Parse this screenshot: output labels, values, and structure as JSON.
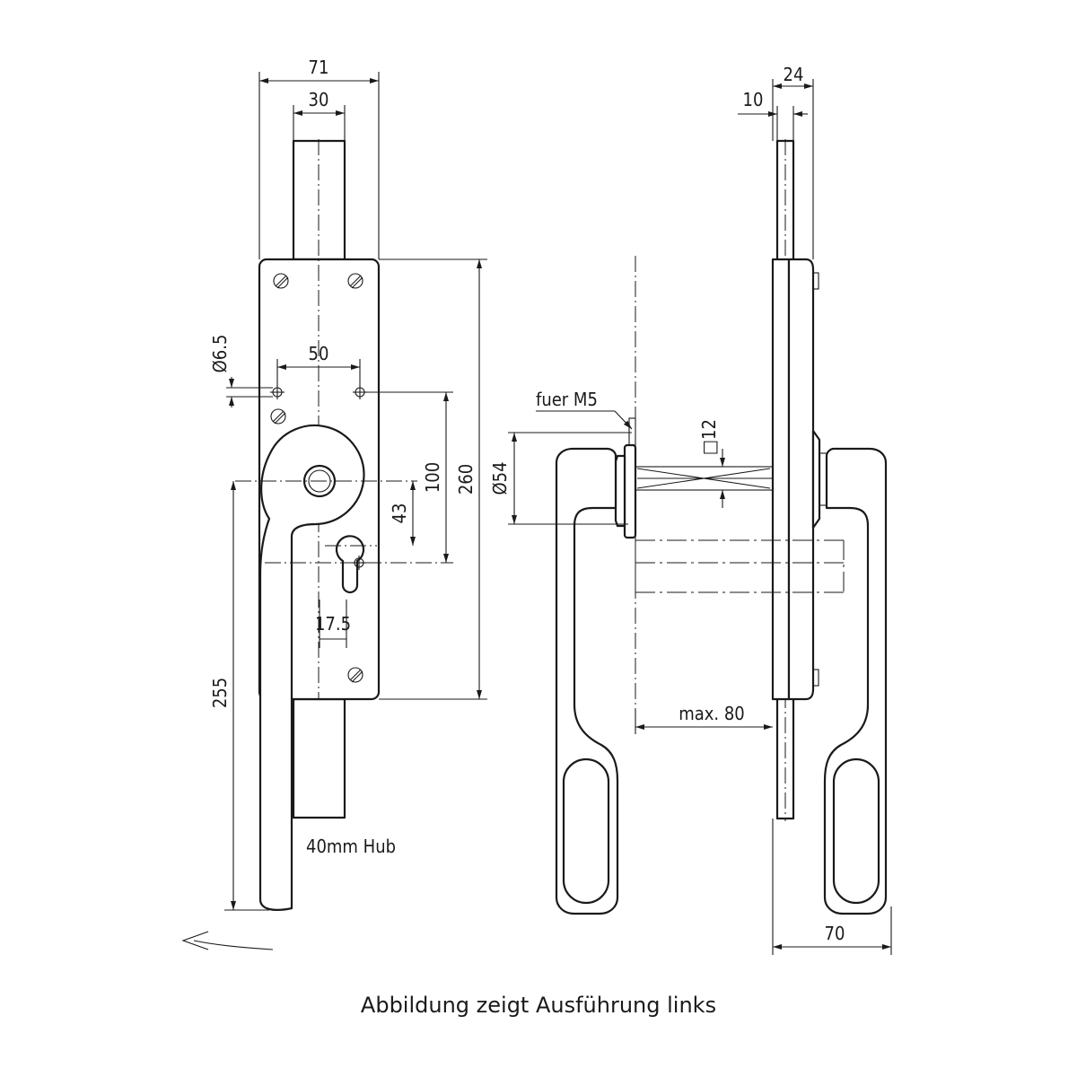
{
  "caption": "Abbildung zeigt Ausführung links",
  "front_view": {
    "dim_width": "71",
    "dim_bolt": "30",
    "dim_hole_diameter": "Ø6.5",
    "dim_hole_spacing": "50",
    "dim_43": "43",
    "dim_100": "100",
    "dim_260": "260",
    "dim_255": "255",
    "dim_17_5": "17.5",
    "stroke_note": "40mm Hub"
  },
  "side_view": {
    "dim_24": "24",
    "dim_10": "10",
    "thread_note": "fuer M5",
    "dim_rosette": "Ø54",
    "dim_square": "□12",
    "dim_max": "max. 80",
    "dim_70": "70"
  }
}
